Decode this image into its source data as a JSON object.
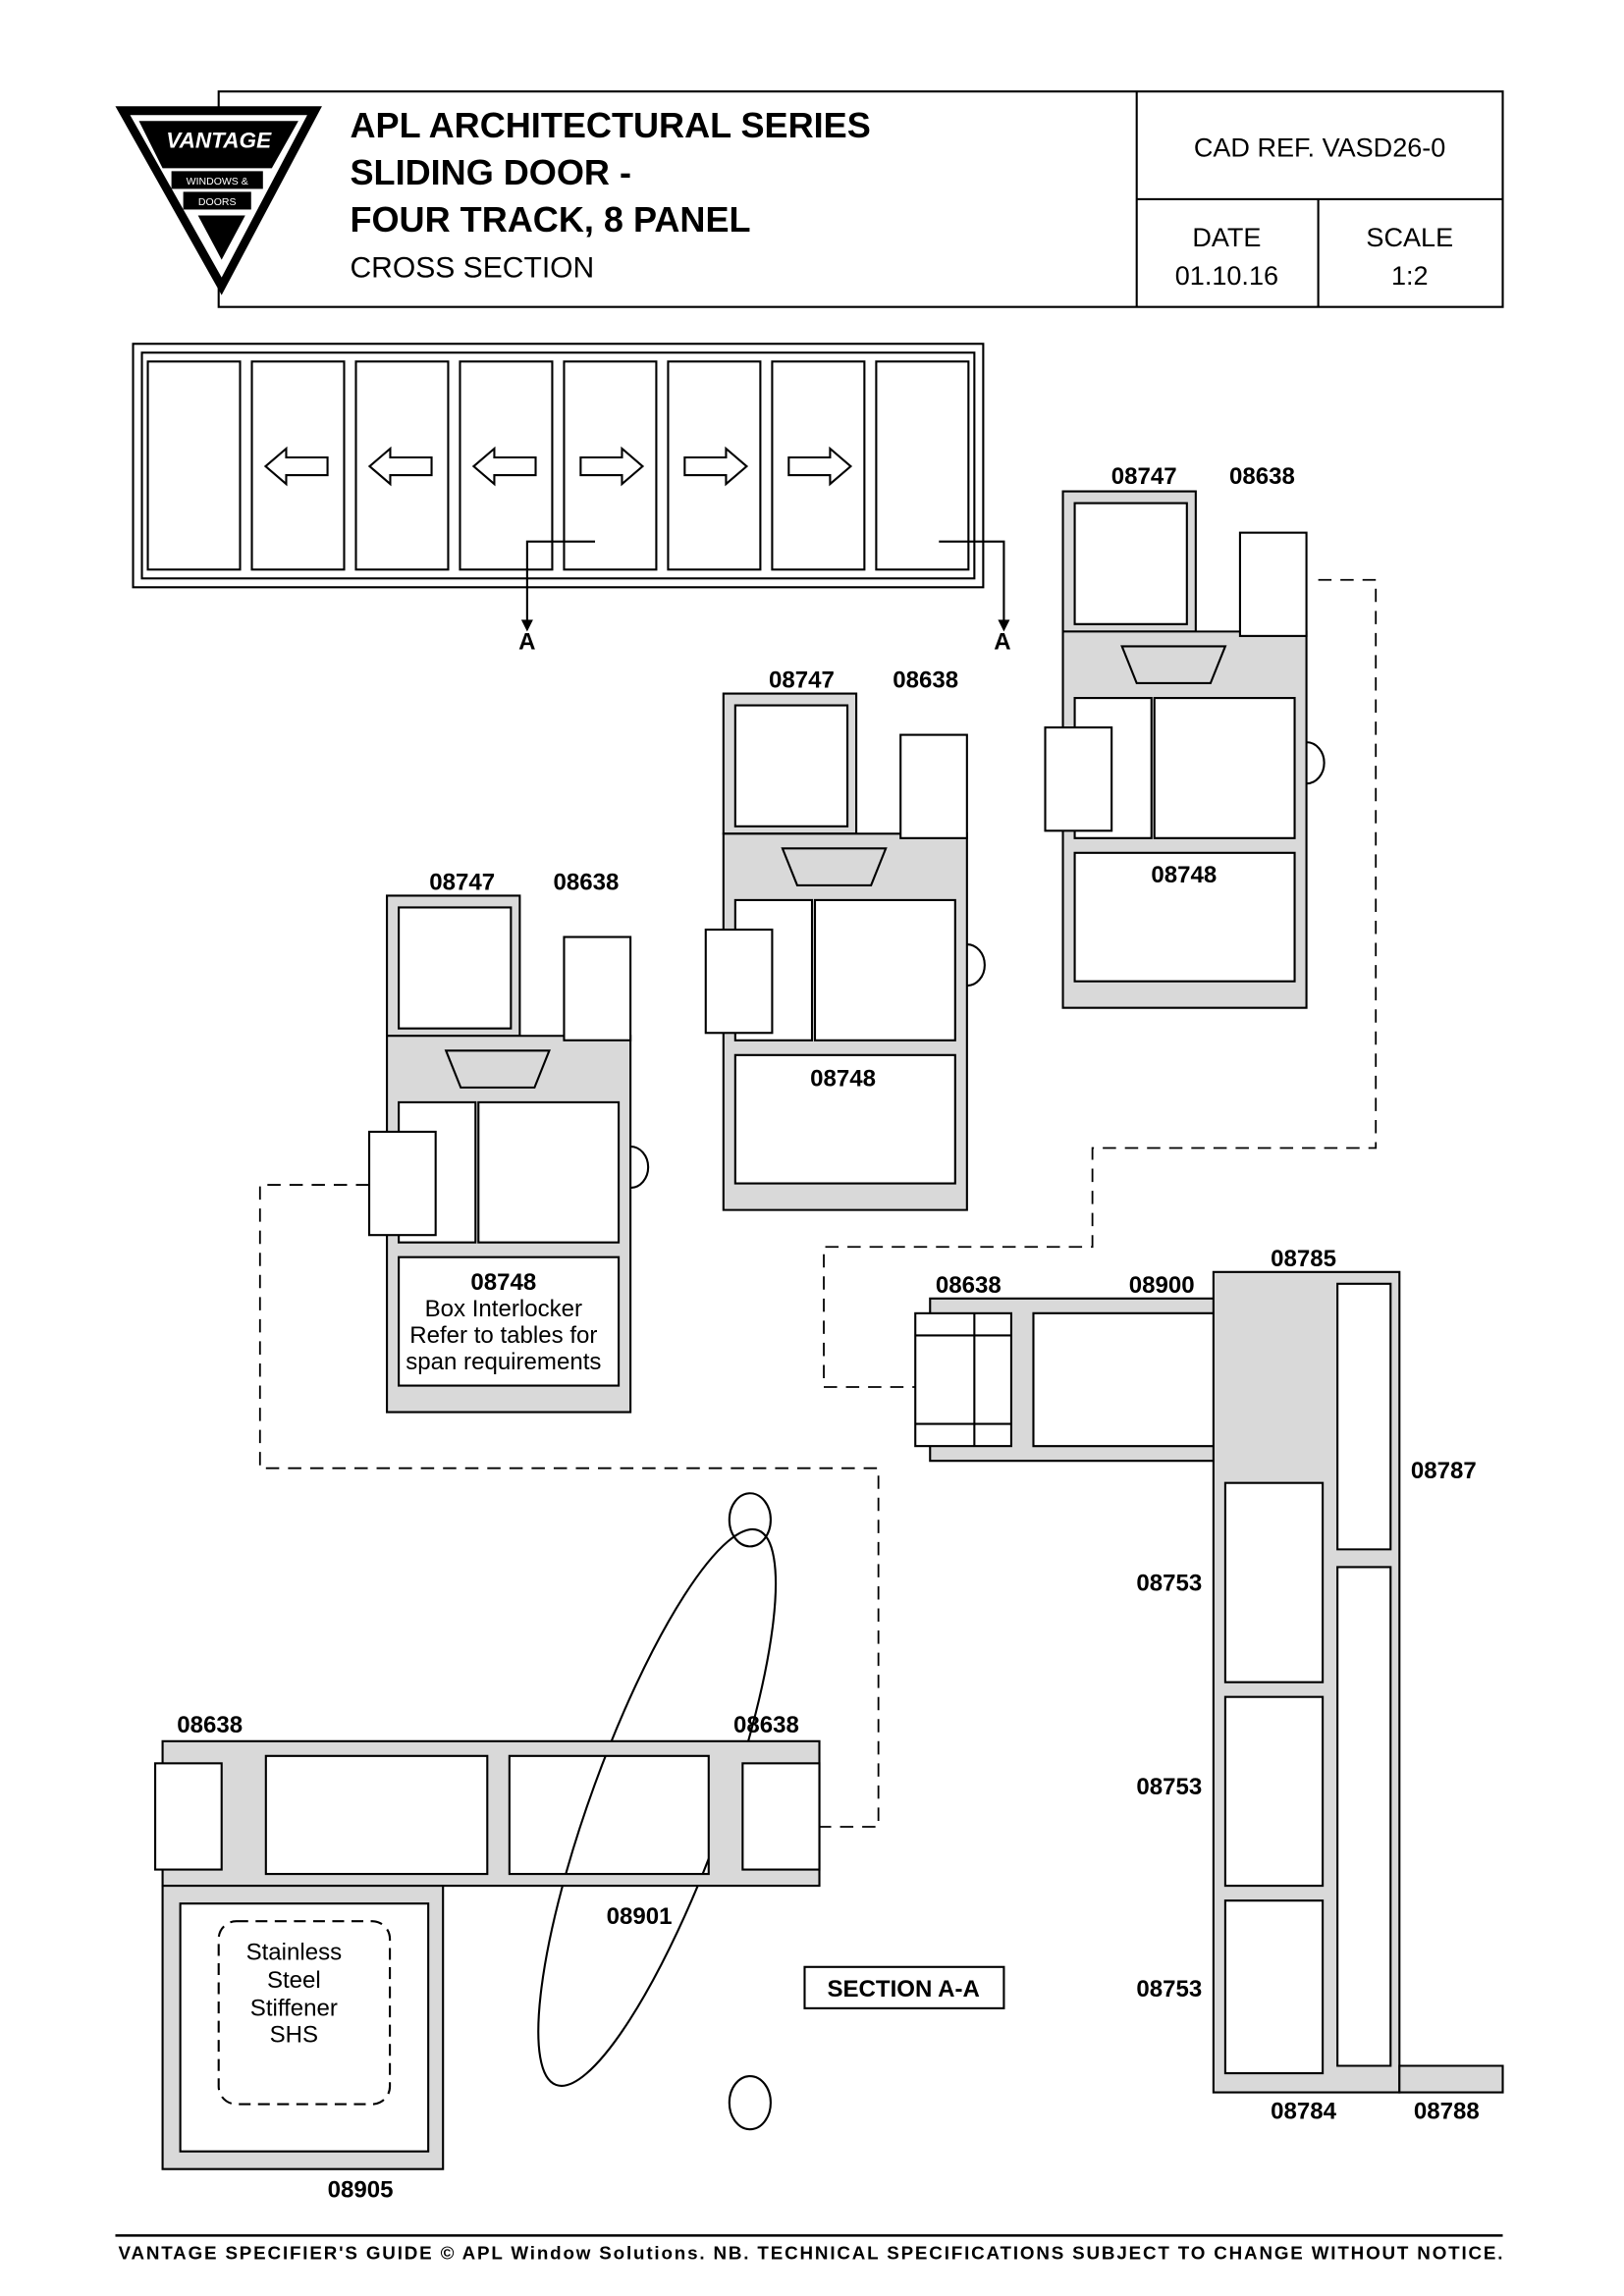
{
  "logo": {
    "brand": "VANTAGE",
    "line1": "WINDOWS &",
    "line2": "DOORS"
  },
  "title": {
    "line1": "APL ARCHITECTURAL SERIES",
    "line2": "SLIDING DOOR -",
    "line3": "FOUR TRACK, 8 PANEL",
    "line4": "CROSS SECTION"
  },
  "title_block": {
    "cad_ref": "CAD REF.  VASD26-0",
    "date_label": "DATE",
    "date_value": "01.10.16",
    "scale_label": "SCALE",
    "scale_value": "1:2"
  },
  "elevation": {
    "section_marker_left": "A",
    "section_marker_right": "A",
    "panels": 8,
    "arrows": [
      "left",
      "left",
      "left",
      "right",
      "right",
      "right"
    ]
  },
  "details": [
    {
      "top_left": "08747",
      "top_right": "08638",
      "bottom": "08748"
    },
    {
      "top_left": "08747",
      "top_right": "08638",
      "bottom": "08748"
    },
    {
      "top_left": "08747",
      "top_right": "08638",
      "bottom": "08748",
      "note1": "Box Interlocker",
      "note2": "Refer to tables for",
      "note3": "span requirements"
    }
  ],
  "jamb": {
    "l_08638": "08638",
    "l_08900": "08900",
    "l_08785": "08785",
    "l_08787": "08787",
    "l_08753a": "08753",
    "l_08753b": "08753",
    "l_08753c": "08753",
    "l_08784": "08784",
    "l_08788": "08788"
  },
  "section": {
    "l_left": "08638",
    "l_right": "08638",
    "l_08901": "08901",
    "l_08905": "08905",
    "stiff1": "Stainless",
    "stiff2": "Steel",
    "stiff3": "Stiffener",
    "stiff4": "SHS",
    "section_title": "SECTION A-A"
  },
  "footer": "VANTAGE SPECIFIER'S GUIDE  © APL Window Solutions. NB. TECHNICAL SPECIFICATIONS SUBJECT TO CHANGE WITHOUT NOTICE."
}
